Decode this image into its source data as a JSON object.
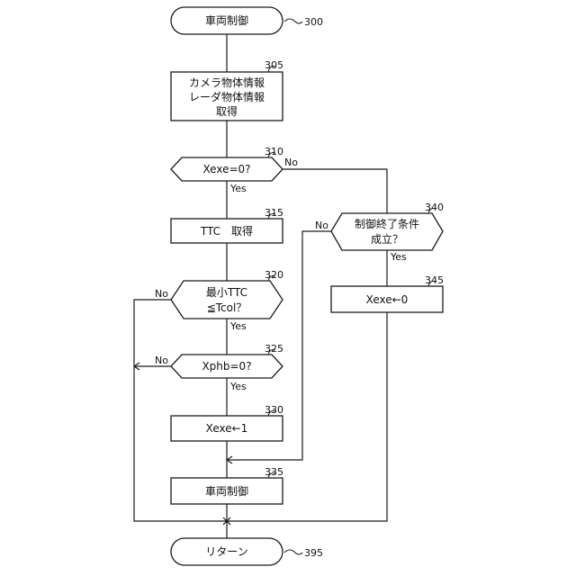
{
  "nodes": {
    "start": {
      "ref": "300",
      "text": "車両制御"
    },
    "s305": {
      "ref": "305",
      "lines": [
        "カメラ物体情報",
        "レーダ物体情報",
        "取得"
      ]
    },
    "d310": {
      "ref": "310",
      "text": "Xexe=0?"
    },
    "s315": {
      "ref": "315",
      "text": "TTC　取得"
    },
    "d320": {
      "ref": "320",
      "lines": [
        "最小TTC",
        "≦Tcol？"
      ]
    },
    "d325": {
      "ref": "325",
      "text": "Xphb=0?"
    },
    "s330": {
      "ref": "330",
      "text": "Xexe←1"
    },
    "s335": {
      "ref": "335",
      "text": "車両制御"
    },
    "d340": {
      "ref": "340",
      "lines": [
        "制御終了条件",
        "成立？"
      ]
    },
    "s345": {
      "ref": "345",
      "text": "Xexe←0"
    },
    "end": {
      "ref": "395",
      "text": "リターン"
    }
  },
  "branches": {
    "yes": "Yes",
    "no": "No"
  }
}
